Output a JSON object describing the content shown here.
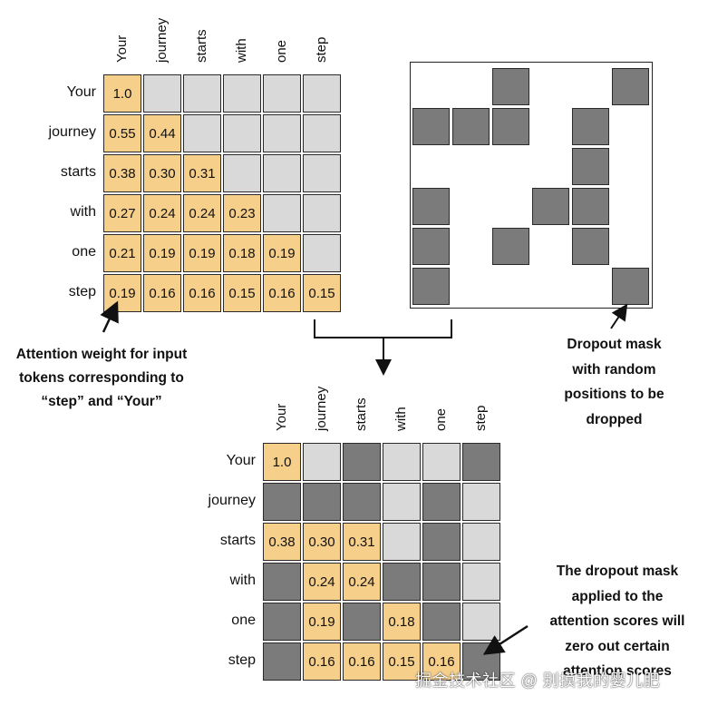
{
  "tokens": [
    "Your",
    "journey",
    "starts",
    "with",
    "one",
    "step"
  ],
  "attention_weights": [
    [
      "1.0"
    ],
    [
      "0.55",
      "0.44"
    ],
    [
      "0.38",
      "0.30",
      "0.31"
    ],
    [
      "0.27",
      "0.24",
      "0.24",
      "0.23"
    ],
    [
      "0.21",
      "0.19",
      "0.19",
      "0.18",
      "0.19"
    ],
    [
      "0.19",
      "0.16",
      "0.16",
      "0.15",
      "0.16",
      "0.15"
    ]
  ],
  "dropout_mask": [
    [
      0,
      0,
      1,
      0,
      0,
      1
    ],
    [
      1,
      1,
      1,
      0,
      1,
      0
    ],
    [
      0,
      0,
      0,
      0,
      1,
      0
    ],
    [
      1,
      0,
      0,
      1,
      1,
      0
    ],
    [
      1,
      0,
      1,
      0,
      1,
      0
    ],
    [
      1,
      0,
      0,
      0,
      0,
      1
    ]
  ],
  "annotations": {
    "left": [
      "Attention weight for input",
      "tokens corresponding to",
      "“step” and “Your”"
    ],
    "right": [
      "Dropout mask",
      "with random",
      "positions to be",
      "dropped"
    ],
    "bottom_right": [
      "The dropout mask",
      "applied to the",
      "attention scores will",
      "zero out certain",
      "attention scores"
    ]
  },
  "watermark": "掘金技术社区 @ 别摸我的婴儿肥",
  "colors": {
    "weight": "#f6cf8a",
    "empty": "#d9d9d9",
    "dropped": "#7b7b7b"
  }
}
